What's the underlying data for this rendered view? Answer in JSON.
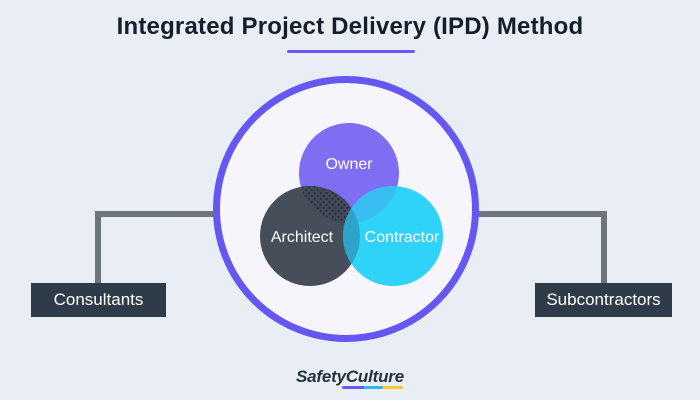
{
  "page": {
    "background": "#e9edf4"
  },
  "title": {
    "text": "Integrated Project Delivery (IPD) Method",
    "color": "#161d2b",
    "underline_color": "#6a5af5"
  },
  "venn": {
    "outer_circle": {
      "border_color": "#6557f1",
      "fill": "#f6f5fc"
    },
    "circles": [
      {
        "label": "Owner",
        "color": "#7f6df2"
      },
      {
        "label": "Architect",
        "color": "#454e59"
      },
      {
        "label": "Contractor",
        "color": "#2fd3f8"
      }
    ],
    "overlaps": {
      "owner_contractor": "#38bdf0",
      "architect_contractor": "#2da3c9",
      "owner_architect_pattern_base": "#434b59",
      "owner_architect_pattern_dot": "#252e3c"
    },
    "label_color": "#ffffff"
  },
  "side_labels": {
    "left": {
      "text": "Consultants"
    },
    "right": {
      "text": "Subcontractors"
    },
    "box_color": "#2e3c49",
    "text_color": "#ffffff",
    "connector_color": "#6e747b"
  },
  "footer": {
    "brand_part1": "Safety",
    "brand_part2": "Culture",
    "text_color": "#25313f",
    "underline_colors": [
      "#6a5af5",
      "#2fb7f2",
      "#f4c62d"
    ]
  }
}
